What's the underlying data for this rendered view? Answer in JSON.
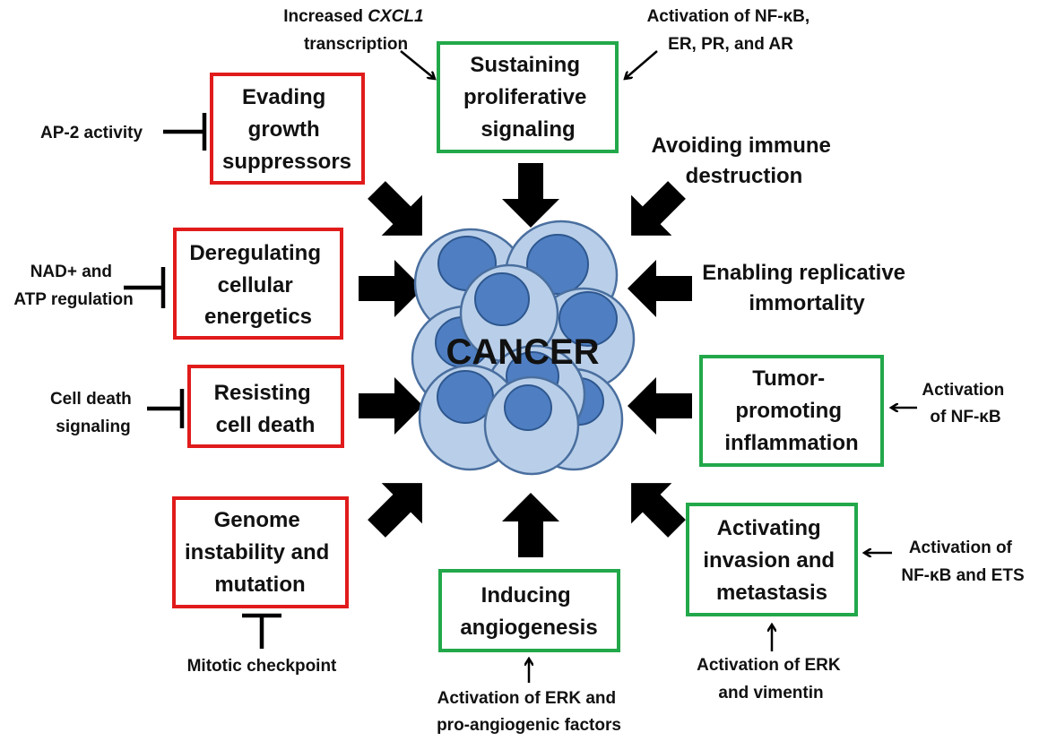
{
  "colors": {
    "suppress_border": "#e11b1b",
    "promote_border": "#22a84a",
    "arrow": "#000000",
    "cell_outer": "#b9cfe9",
    "cell_outer_stroke": "#4a6f9f",
    "nucleus": "#4f7fc2",
    "nucleus_stroke": "#2e578f"
  },
  "center": {
    "label": "CANCER"
  },
  "hallmarks": {
    "evading": [
      "Evading",
      "growth",
      "suppressors"
    ],
    "deregulating": [
      "Deregulating",
      "cellular",
      "energetics"
    ],
    "resisting": [
      "Resisting",
      "cell death"
    ],
    "genome": [
      "Genome",
      "instability and",
      "mutation"
    ],
    "sustaining": [
      "Sustaining",
      "proliferative",
      "signaling"
    ],
    "avoiding": [
      "Avoiding immune",
      "destruction"
    ],
    "enabling": [
      "Enabling replicative",
      "immortality"
    ],
    "tumor": [
      "Tumor-",
      "promoting",
      "inflammation"
    ],
    "invasion": [
      "Activating",
      "invasion and",
      "metastasis"
    ],
    "angiogenesis": [
      "Inducing",
      "angiogenesis"
    ]
  },
  "regulators": {
    "ap2": [
      "AP-2 activity"
    ],
    "nad": [
      "NAD+ and",
      "ATP regulation"
    ],
    "celldeath": [
      "Cell death",
      "signaling"
    ],
    "mitotic": [
      "Mitotic checkpoint"
    ],
    "cxcl1": {
      "line1": "Increased",
      "gene": "CXCL1",
      "line2": "transcription"
    },
    "nfkb_er": [
      "Activation of NF-κB,",
      "ER, PR, and AR"
    ],
    "nfkb": [
      "Activation",
      "of NF-κB"
    ],
    "nfkb_ets": [
      "Activation of",
      "NF-κB and ETS"
    ],
    "erk_vim": [
      "Activation of ERK",
      "and vimentin"
    ],
    "erk_angio": [
      "Activation of ERK and",
      "pro-angiogenic factors"
    ]
  }
}
